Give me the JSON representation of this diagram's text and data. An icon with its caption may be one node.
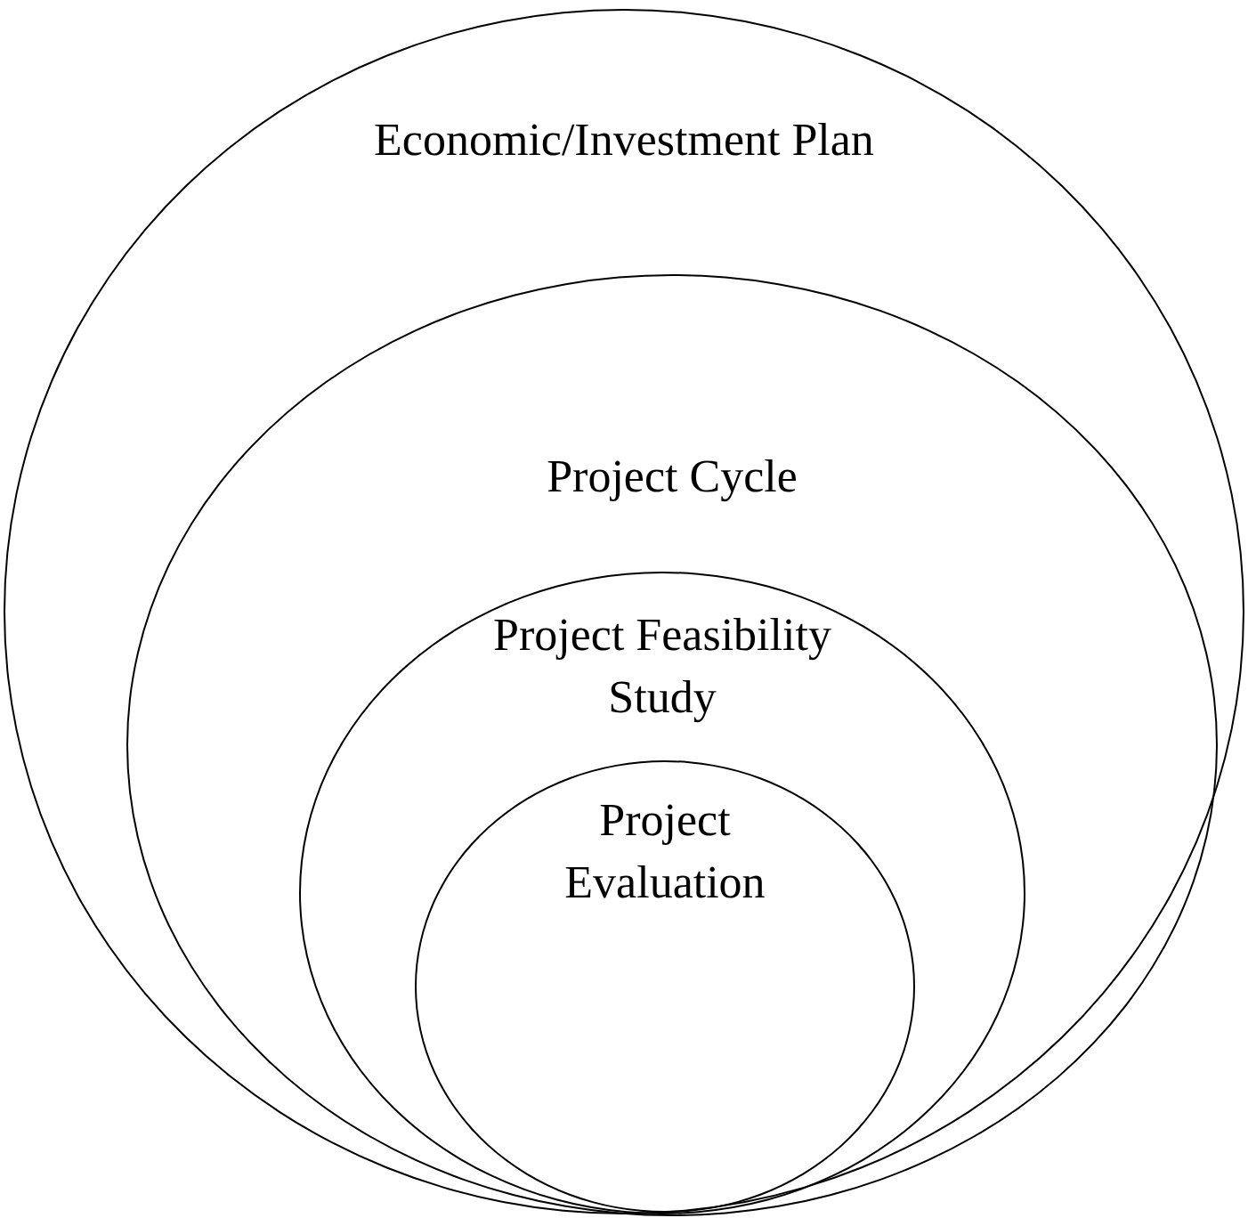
{
  "diagram": {
    "nodes": [
      {
        "text": [
          "Economic/Investment Plan"
        ]
      },
      {
        "text": [
          "Project Cycle"
        ],
        "in": 0
      },
      {
        "text": [
          "Project Feasibility Study"
        ],
        "in": 1
      },
      {
        "text": [
          "Project Evaluation"
        ],
        "in": 2
      }
    ]
  }
}
